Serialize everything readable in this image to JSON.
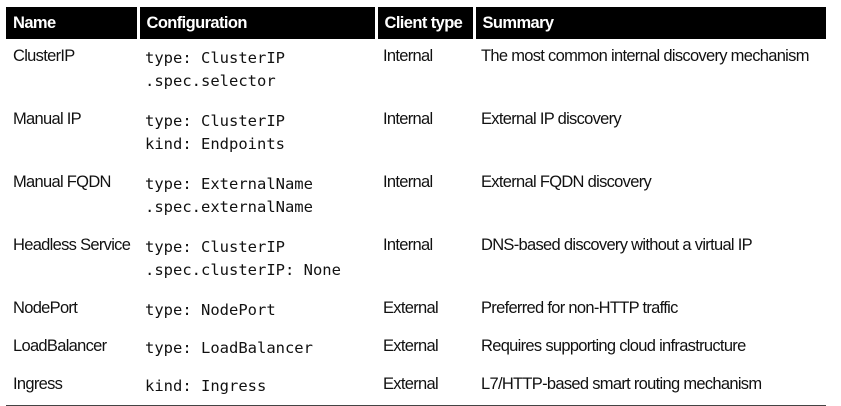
{
  "table": {
    "headers": [
      "Name",
      "Configuration",
      "Client type",
      "Summary"
    ],
    "rows": [
      {
        "name": "ClusterIP",
        "config": [
          "type: ClusterIP",
          ".spec.selector"
        ],
        "client": "Internal",
        "summary": "The most common internal discovery mechanism"
      },
      {
        "name": "Manual IP",
        "config": [
          "type: ClusterIP",
          "kind: Endpoints"
        ],
        "client": "Internal",
        "summary": "External IP discovery"
      },
      {
        "name": "Manual FQDN",
        "config": [
          "type: ExternalName",
          ".spec.externalName"
        ],
        "client": "Internal",
        "summary": "External FQDN discovery"
      },
      {
        "name": "Headless Service",
        "config": [
          "type: ClusterIP",
          ".spec.clusterIP: None"
        ],
        "client": "Internal",
        "summary": "DNS-based discovery without a virtual IP"
      },
      {
        "name": "NodePort",
        "config": [
          "type: NodePort"
        ],
        "client": "External",
        "summary": "Preferred for non-HTTP traffic"
      },
      {
        "name": "LoadBalancer",
        "config": [
          "type: LoadBalancer"
        ],
        "client": "External",
        "summary": "Requires supporting cloud infrastructure"
      },
      {
        "name": "Ingress",
        "config": [
          "kind: Ingress"
        ],
        "client": "External",
        "summary": "L7/HTTP-based smart routing mechanism"
      }
    ]
  }
}
